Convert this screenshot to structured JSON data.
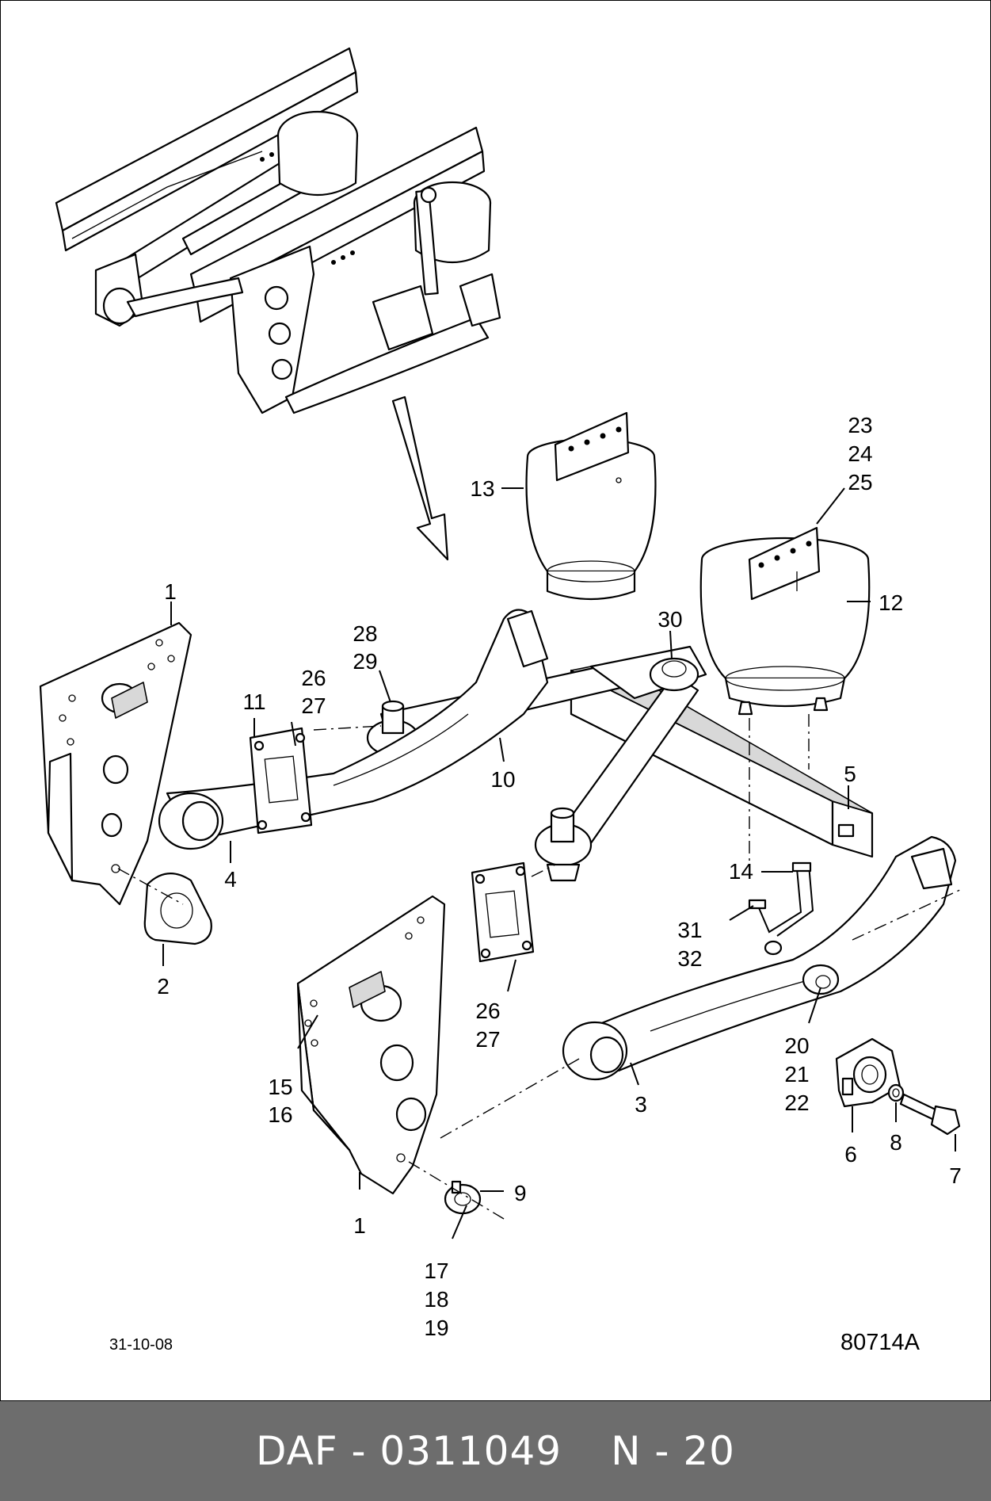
{
  "drawing": {
    "date": "31-10-08",
    "drawing_number": "80714A"
  },
  "callouts": {
    "c1_top": "1",
    "c1_bottom": "1",
    "c2": "2",
    "c3": "3",
    "c4": "4",
    "c5": "5",
    "c6": "6",
    "c7": "7",
    "c8": "8",
    "c9": "9",
    "c10": "10",
    "c11": "11",
    "c12": "12",
    "c13": "13",
    "c14": "14",
    "c15": "15",
    "c16": "16",
    "c17": "17",
    "c18": "18",
    "c19": "19",
    "c20": "20",
    "c21": "21",
    "c22": "22",
    "c23": "23",
    "c24": "24",
    "c25": "25",
    "c26_top": "26",
    "c27_top": "27",
    "c26_bottom": "26",
    "c27_bottom": "27",
    "c28": "28",
    "c29": "29",
    "c30": "30",
    "c31": "31",
    "c32": "32"
  },
  "footer": {
    "brand_part": "DAF - 0311049",
    "page": "N - 20"
  }
}
